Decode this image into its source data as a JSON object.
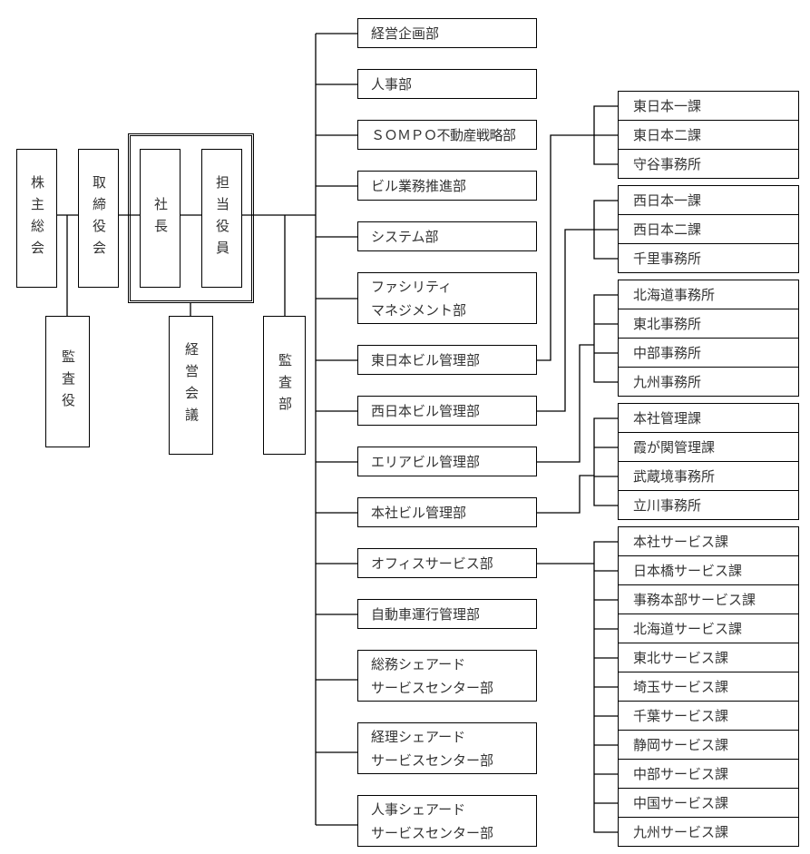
{
  "top": {
    "shareholders": "株主総会",
    "board": "取締役会",
    "president": "社長",
    "officers": "担当役員",
    "auditor": "監査役",
    "management_meeting": "経営会議",
    "audit_dept": "監査部"
  },
  "departments": [
    {
      "line1": "経営企画部"
    },
    {
      "line1": "人事部"
    },
    {
      "line1": "ＳＯＭＰＯ不動産戦略部"
    },
    {
      "line1": "ビル業務推進部"
    },
    {
      "line1": "システム部"
    },
    {
      "line1": "ファシリティ",
      "line2": "マネジメント部"
    },
    {
      "line1": "東日本ビル管理部"
    },
    {
      "line1": "西日本ビル管理部"
    },
    {
      "line1": "エリアビル管理部"
    },
    {
      "line1": "本社ビル管理部"
    },
    {
      "line1": "オフィスサービス部"
    },
    {
      "line1": "自動車運行管理部"
    },
    {
      "line1": "総務シェアード",
      "line2": "サービスセンター部"
    },
    {
      "line1": "経理シェアード",
      "line2": "サービスセンター部"
    },
    {
      "line1": "人事シェアード",
      "line2": "サービスセンター部"
    }
  ],
  "sections": {
    "east": [
      "東日本一課",
      "東日本二課",
      "守谷事務所"
    ],
    "west": [
      "西日本一課",
      "西日本二課",
      "千里事務所"
    ],
    "area": [
      "北海道事務所",
      "東北事務所",
      "中部事務所",
      "九州事務所"
    ],
    "hq_building": [
      "本社管理課",
      "霞が関管理課",
      "武蔵境事務所",
      "立川事務所"
    ],
    "office_service": [
      "本社サービス課",
      "日本橋サービス課",
      "事務本部サービス課",
      "北海道サービス課",
      "東北サービス課",
      "埼玉サービス課",
      "千葉サービス課",
      "静岡サービス課",
      "中部サービス課",
      "中国サービス課",
      "九州サービス課"
    ]
  }
}
